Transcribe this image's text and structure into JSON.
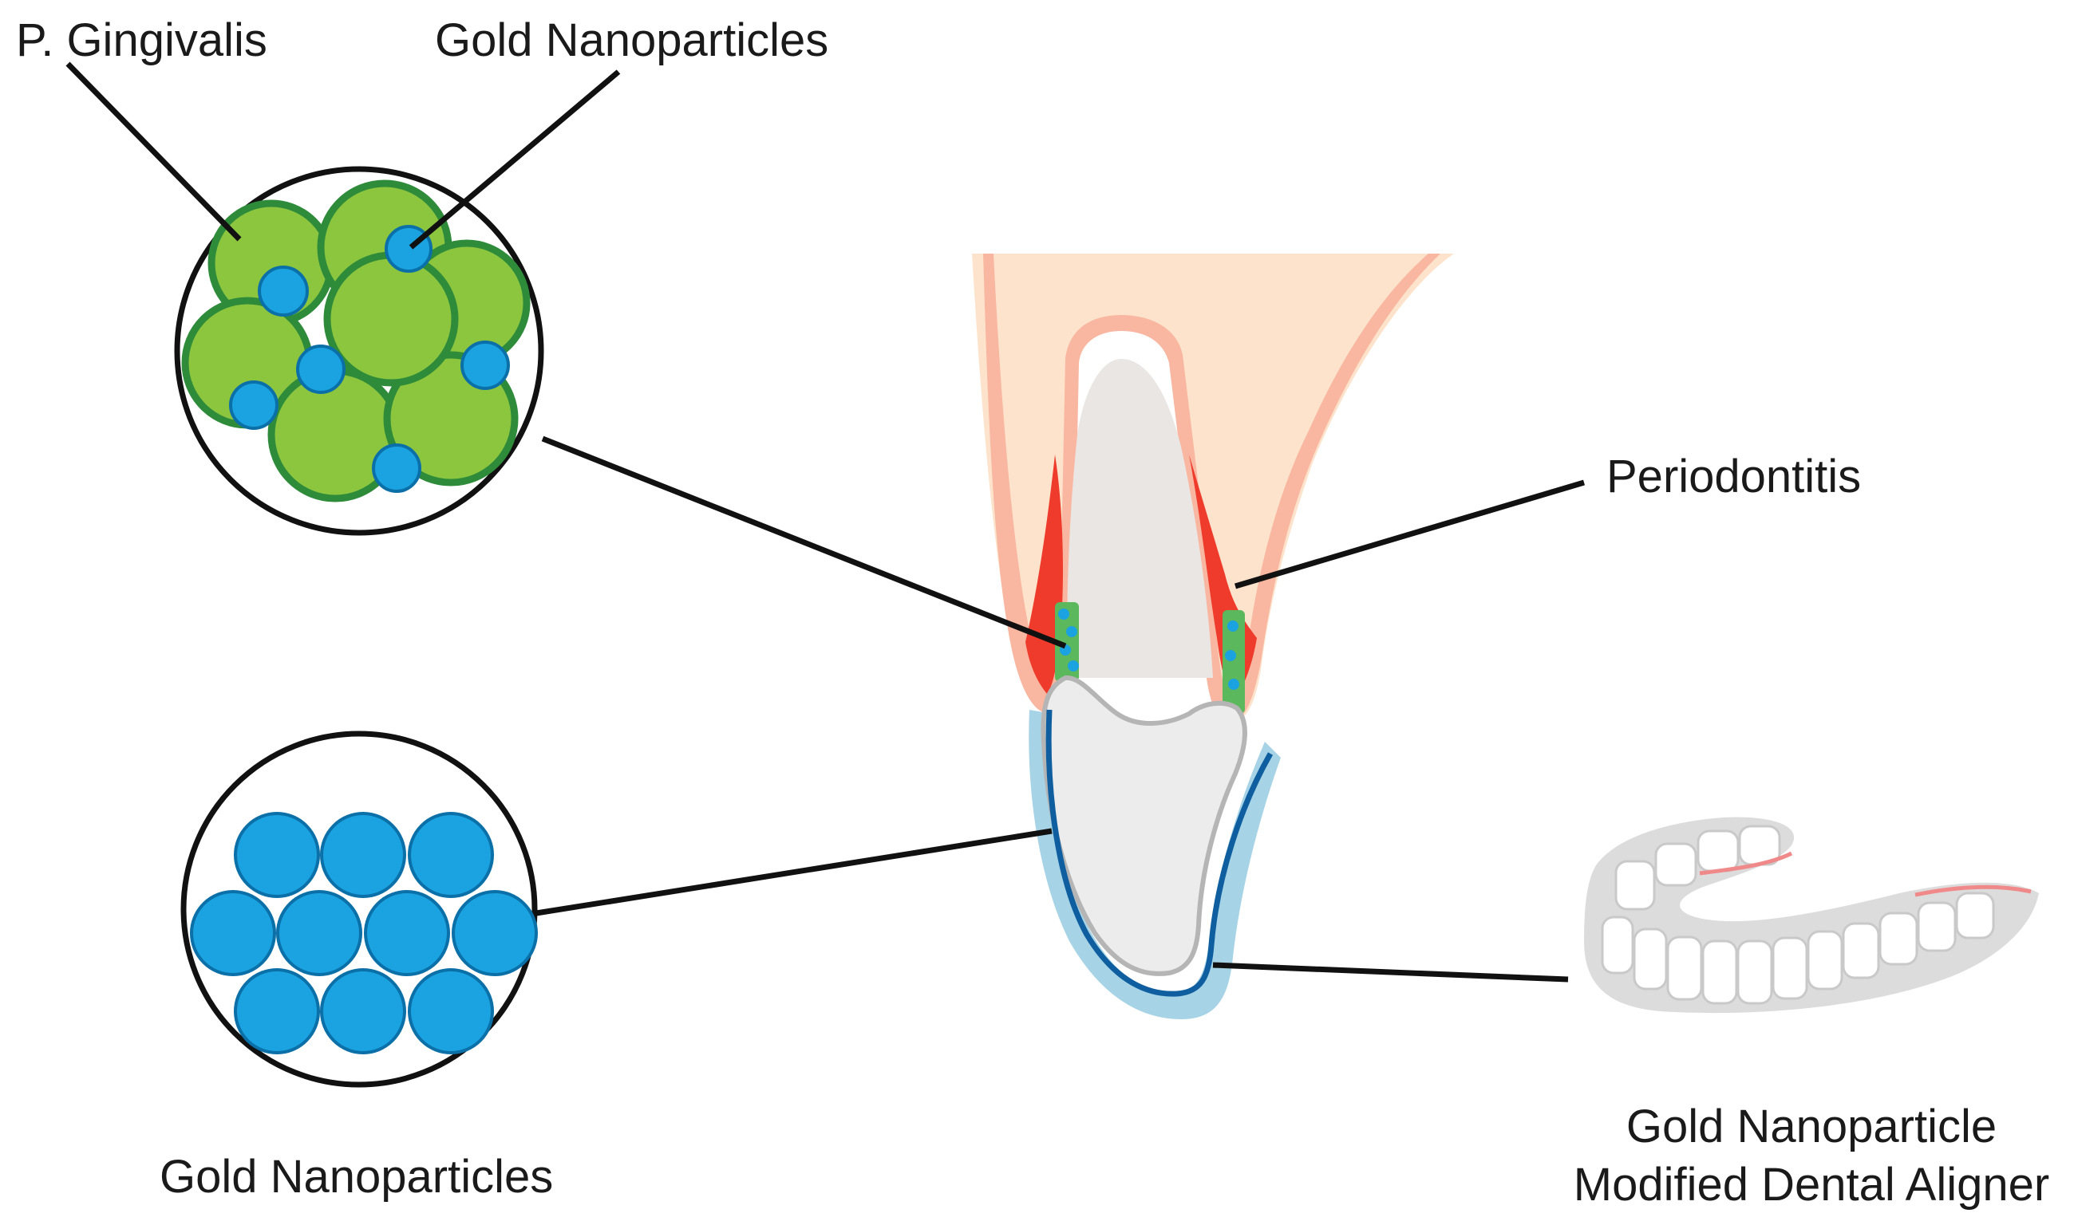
{
  "labels": {
    "p_gingivalis": "P. Gingivalis",
    "gold_nanoparticles_top": "Gold Nanoparticles",
    "periodontitis": "Periodontitis",
    "gold_nanoparticles_bottom": "Gold Nanoparticles",
    "aligner_line1": "Gold Nanoparticle",
    "aligner_line2": "Modified Dental Aligner"
  },
  "colors": {
    "bacteria_fill": "#8cc63f",
    "bacteria_edge": "#2e8b3a",
    "nanoparticle": "#1aa3e0",
    "nanoparticle_edge": "#0b6fa8",
    "gum_outer": "#fde3cb",
    "gum_inner": "#f9b6a0",
    "inflammation": "#ee3b2b",
    "tooth": "#e9e6e3",
    "aligner_outer": "#9fd0e2",
    "aligner_line": "#0f5fa0",
    "leader_line": "#111111"
  }
}
